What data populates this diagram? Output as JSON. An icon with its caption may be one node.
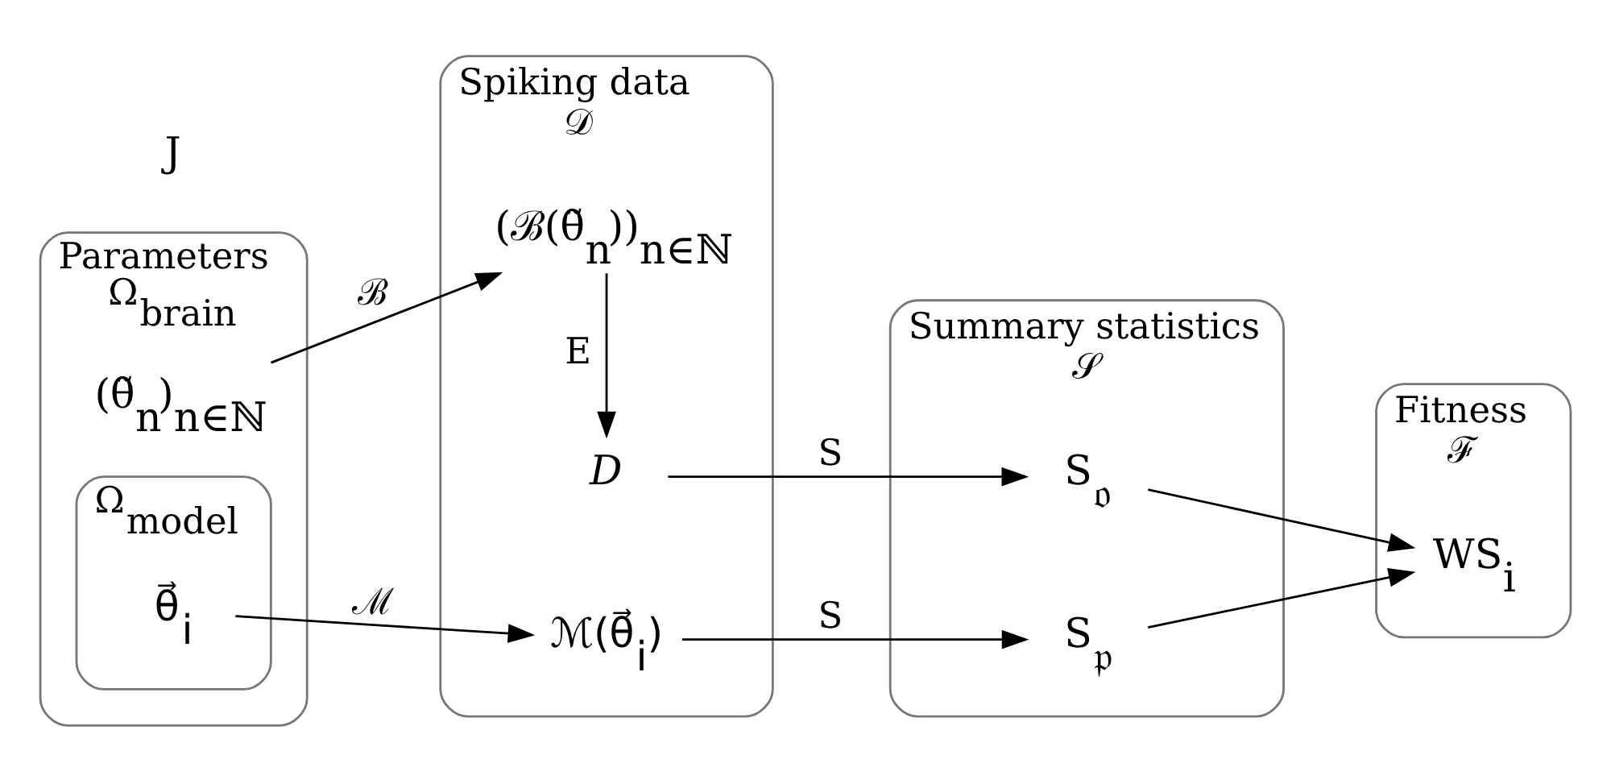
{
  "diagram": {
    "nodes": [
      {
        "text": [
          "Parameters",
          "Ω$_{brain}$"
        ]
      },
      {
        "text": [
          "(θ̃$_{n}$)$_{n∈ℕ}$"
        ],
        "in": 0
      },
      {
        "text": [
          "Ω$_{model}$"
        ],
        "in": 0
      },
      {
        "text": [
          "θ⃗$_{i}$"
        ],
        "in": 2
      },
      {
        "text": [
          "Spiking data",
          "𝒟"
        ]
      },
      {
        "text": [
          "(ℬ(θ̃$_{n}$))$_{n∈ℕ}$"
        ],
        "in": 4
      },
      {
        "text": [
          "*D*"
        ],
        "in": 4
      },
      {
        "text": [
          "ℳ(θ⃗$_{i}$)"
        ],
        "in": 4
      },
      {
        "text": [
          "Summary statistics",
          "𝒮"
        ]
      },
      {
        "text": [
          "S$_{𝔬}$"
        ],
        "in": 8
      },
      {
        "text": [
          "S$_{𝔭}$"
        ],
        "in": 8
      },
      {
        "text": [
          "Fitness",
          "ℱ"
        ]
      },
      {
        "text": [
          "WS$_{i}$"
        ],
        "in": 11
      }
    ],
    "edges": [
      {
        "from": 1,
        "to": 5,
        "arrow": "to",
        "label": "ℬ"
      },
      {
        "from": 5,
        "to": 6,
        "arrow": "to",
        "label": "E"
      },
      {
        "from": 6,
        "to": 9,
        "arrow": "to",
        "label": "S"
      },
      {
        "from": 3,
        "to": 7,
        "arrow": "to",
        "label": "ℳ"
      },
      {
        "from": 7,
        "to": 10,
        "arrow": "to",
        "label": "S"
      },
      {
        "from": 9,
        "to": 12,
        "arrow": "to"
      },
      {
        "from": 10,
        "to": 12,
        "arrow": "to"
      }
    ],
    "labels": [
      "J"
    ]
  }
}
